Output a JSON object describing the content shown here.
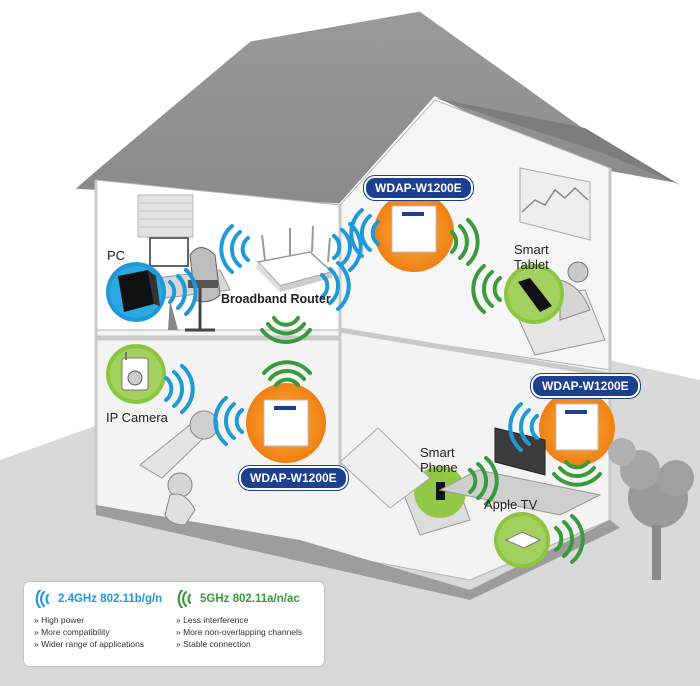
{
  "colors": {
    "blue_signal": "#1f9ad6",
    "green_signal": "#3b9a3c",
    "ap_orange": "#f28c1e",
    "badge_navy": "#1d3f8f",
    "house_gray": "#8f8f8f"
  },
  "devices": {
    "ap_top_label": "WDAP-W1200E",
    "ap_right_label": "WDAP-W1200E",
    "ap_left_label": "WDAP-W1200E",
    "pc_label": "PC",
    "router_label": "Broadband Router",
    "tablet_label_1": "Smart",
    "tablet_label_2": "Tablet",
    "camera_label": "IP Camera",
    "phone_label_1": "Smart",
    "phone_label_2": "Phone",
    "appletv_label": "Apple TV"
  },
  "legend": {
    "band_24": {
      "title": "2.4GHz 802.11b/g/n",
      "items": [
        "High power",
        "More compatibility",
        "Wider range of applications"
      ],
      "icon": "blue-wifi-wave-icon"
    },
    "band_5": {
      "title": "5GHz 802.11a/n/ac",
      "items": [
        "Less interference",
        "More non-overlapping channels",
        "Stable connection"
      ],
      "icon": "green-wifi-wave-icon"
    }
  }
}
